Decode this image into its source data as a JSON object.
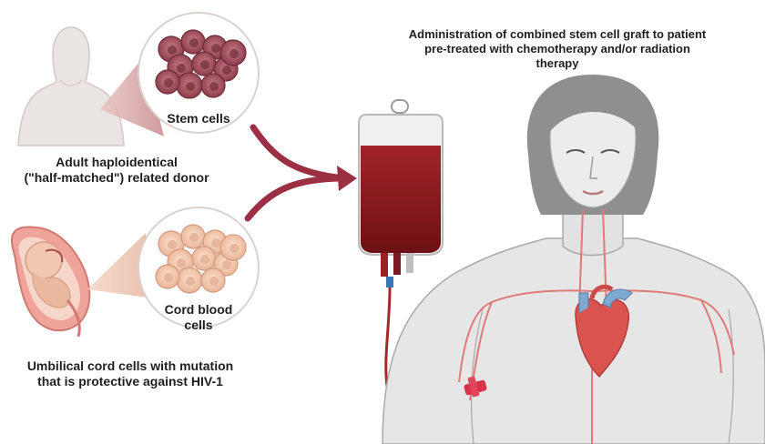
{
  "labels": {
    "admin_line1": "Administration of combined stem cell graft to patient",
    "admin_line2": "pre-treated with chemotherapy and/or radiation",
    "admin_line3": "therapy",
    "stem_cells": "Stem cells",
    "donor_line1": "Adult haploidentical",
    "donor_line2": "(\"half-matched\") related donor",
    "cord_line1": "Cord blood",
    "cord_line2": "cells",
    "umbilical_line1": "Umbilical cord cells with mutation",
    "umbilical_line2": "that is protective against HIV-1"
  },
  "colors": {
    "stem_cells": "#a8505e",
    "cord_cells": "#efc2a8",
    "blood": "#8c1a1c",
    "arrow": "#9c2f43",
    "skin": "#e6e6e6",
    "hair": "#8f8f8f",
    "vessels": "#e07a78",
    "heart": "#d9534f",
    "veins_blue": "#7fa9cf",
    "valve": "#d8324a"
  },
  "icons": [
    "donor-silhouette-icon",
    "fetus-icon",
    "blood-bag-icon",
    "patient-icon",
    "heart-icon",
    "iv-valve-icon"
  ]
}
